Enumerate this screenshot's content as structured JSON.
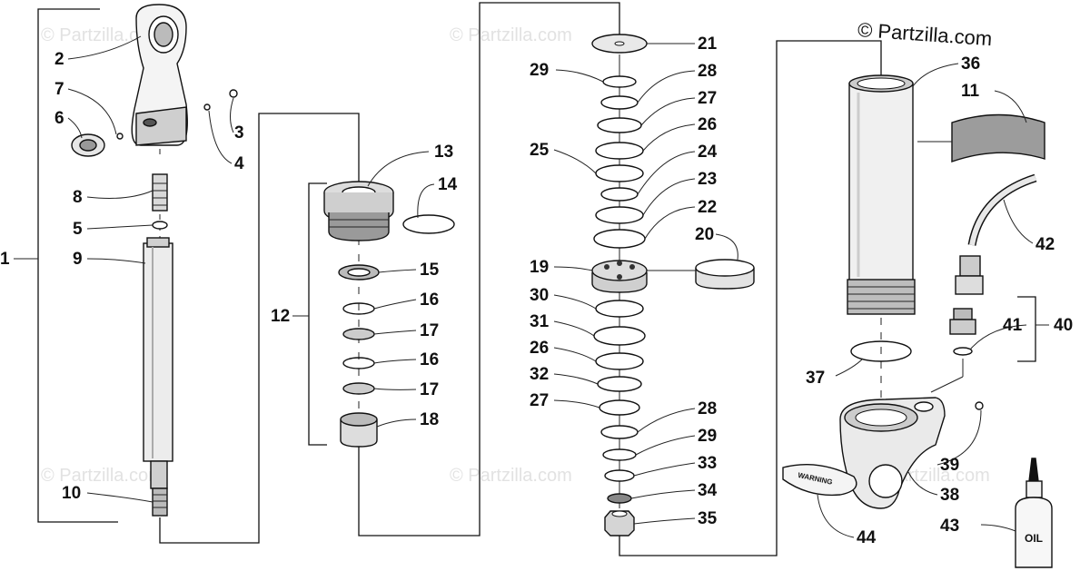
{
  "copyright": "© Partzilla.com",
  "watermark": "© Partzilla.com",
  "warning_tag_text": "WARNING",
  "oil_bottle_text": "OIL",
  "callouts": {
    "c1": "1",
    "c2": "2",
    "c3": "3",
    "c4": "4",
    "c5": "5",
    "c6": "6",
    "c7": "7",
    "c8": "8",
    "c9": "9",
    "c10": "10",
    "c11": "11",
    "c12": "12",
    "c13": "13",
    "c14": "14",
    "c15": "15",
    "c16a": "16",
    "c16b": "16",
    "c17a": "17",
    "c17b": "17",
    "c18": "18",
    "c19": "19",
    "c20": "20",
    "c21": "21",
    "c22": "22",
    "c23": "23",
    "c24": "24",
    "c25": "25",
    "c26a": "26",
    "c26b": "26",
    "c27a": "27",
    "c27b": "27",
    "c28a": "28",
    "c28b": "28",
    "c29a": "29",
    "c29b": "29",
    "c30": "30",
    "c31": "31",
    "c32": "32",
    "c33": "33",
    "c34": "34",
    "c35": "35",
    "c36": "36",
    "c37": "37",
    "c38": "38",
    "c39": "39",
    "c40": "40",
    "c41": "41",
    "c42": "42",
    "c43": "43",
    "c44": "44"
  }
}
